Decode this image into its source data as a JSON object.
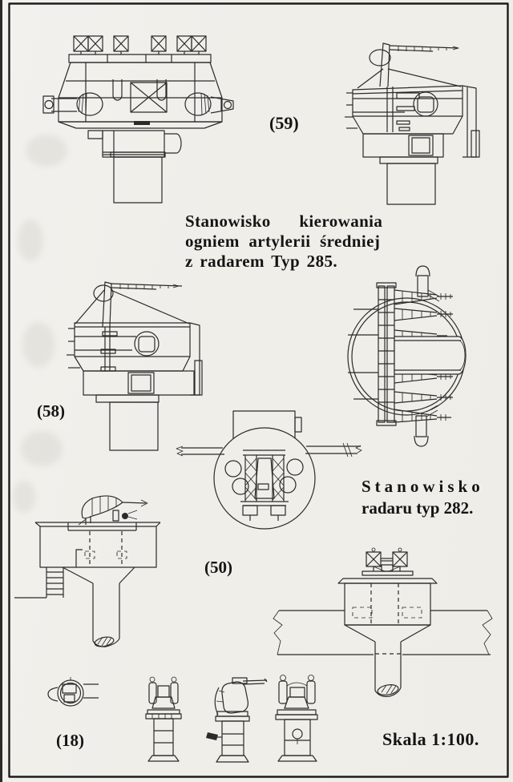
{
  "page": {
    "figure_labels": {
      "fig59": "(59)",
      "fig58": "(58)",
      "fig50": "(50)",
      "fig18": "(18)"
    },
    "captions": {
      "radar285": {
        "line1": "Stanowisko kierowania",
        "line2": "ogniem artylerii średniej",
        "line3": "z radarem Typ 285."
      },
      "radar282": {
        "line1": "Stanowisko",
        "line2": "radaru typ 282."
      },
      "scale": "Skala 1:100."
    },
    "colors": {
      "paper": "#f0eee9",
      "ink": "#2b2b2b",
      "frame": "#1c1c1c"
    }
  }
}
